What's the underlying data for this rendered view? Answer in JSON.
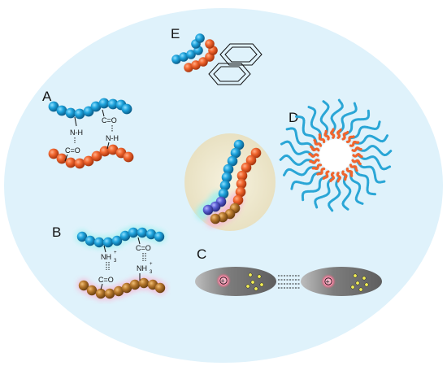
{
  "panels": {
    "A": {
      "label": "A",
      "bond_left_top": "N-H",
      "bond_left_bottom": "C=O",
      "bond_right_top": "C=O",
      "bond_right_bottom": "N-H"
    },
    "B": {
      "label": "B",
      "bond_left_top": "NH",
      "bond_left_top_sup": "+",
      "bond_left_top_sub": "3",
      "bond_left_bottom": "C=O",
      "bond_right_top": "C=O",
      "bond_right_bottom": "NH",
      "bond_right_bottom_sup": "+",
      "bond_right_bottom_sub": "3"
    },
    "C": {
      "label": "C",
      "charge_symbol": "+"
    },
    "D": {
      "label": "D"
    },
    "E": {
      "label": "E"
    }
  },
  "colors": {
    "background_ellipse": "#dff2fb",
    "blue_bead": "#1ea3dc",
    "orange_bead": "#f0652e",
    "brown_bead": "#b8792e",
    "center_circle": "#ece6cd",
    "ellipse_grey": "#8c8c8c",
    "glow_pink": "#f7b6d2",
    "glow_cyan": "#9ff0ee",
    "electron_yellow": "#f2ee55"
  }
}
